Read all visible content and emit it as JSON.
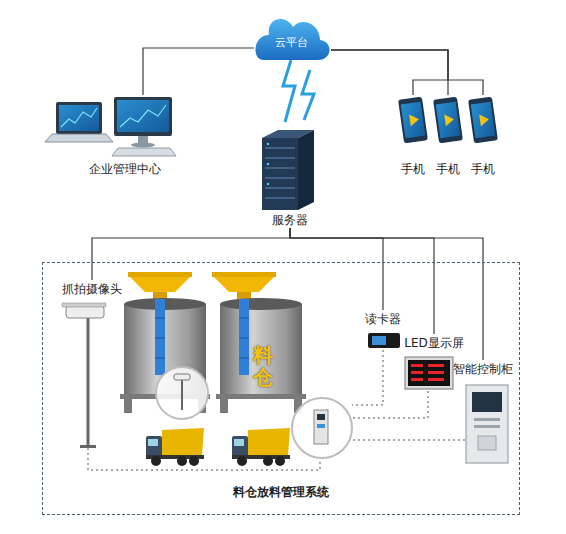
{
  "diagram": {
    "nodes": [
      {
        "text": [
          "云平台"
        ]
      },
      {
        "text": [
          "企业管理中心"
        ]
      },
      {
        "text": [
          "手机"
        ]
      },
      {
        "text": [
          "手机"
        ]
      },
      {
        "text": [
          "手机"
        ]
      },
      {
        "text": [
          "服务器"
        ]
      },
      {
        "text": [
          "料仓放料管理系统"
        ]
      },
      {
        "text": [
          "抓拍摄像头"
        ],
        "in": 6
      },
      {
        "text": [
          "料仓"
        ],
        "in": 6
      },
      {
        "text": [
          "读卡器"
        ],
        "in": 6
      },
      {
        "text": [
          "LED显示屏"
        ],
        "in": 6
      },
      {
        "text": [
          "智能控制柜"
        ],
        "in": 6
      }
    ],
    "edges": [
      {
        "from": 0,
        "to": 1,
        "arrow": "none"
      },
      {
        "from": 0,
        "to": 2,
        "arrow": "none"
      },
      {
        "from": 0,
        "to": 3,
        "arrow": "none"
      },
      {
        "from": 0,
        "to": 4,
        "arrow": "none"
      },
      {
        "from": 0,
        "to": 5,
        "arrow": "none"
      },
      {
        "from": 5,
        "to": 7,
        "arrow": "none"
      },
      {
        "from": 5,
        "to": 9,
        "arrow": "none"
      },
      {
        "from": 5,
        "to": 10,
        "arrow": "none"
      },
      {
        "from": 5,
        "to": 11,
        "arrow": "none"
      }
    ]
  }
}
